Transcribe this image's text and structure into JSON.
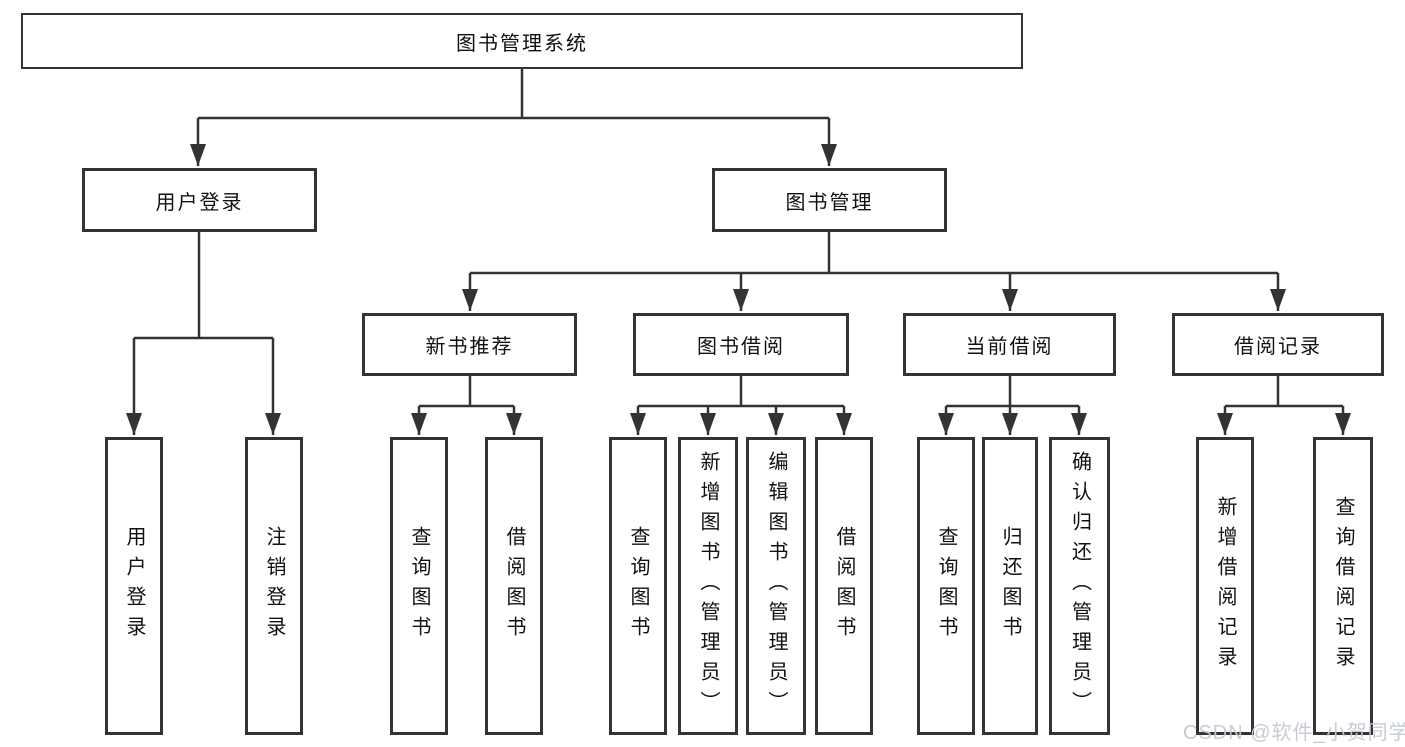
{
  "diagram": {
    "title_node": {
      "label": "图书管理系统"
    },
    "level1": [
      {
        "label": "用户登录"
      },
      {
        "label": "图书管理"
      }
    ],
    "level2": [
      {
        "label": "新书推荐"
      },
      {
        "label": "图书借阅"
      },
      {
        "label": "当前借阅"
      },
      {
        "label": "借阅记录"
      }
    ],
    "leaves": {
      "user_login": [
        {
          "label": "用户登录"
        },
        {
          "label": "注销登录"
        }
      ],
      "new_book": [
        {
          "label": "查询图书"
        },
        {
          "label": "借阅图书"
        }
      ],
      "book_borrow": [
        {
          "label": "查询图书"
        },
        {
          "label": "新增图书（管理员）"
        },
        {
          "label": "编辑图书（管理员）"
        },
        {
          "label": "借阅图书"
        }
      ],
      "current_borrow": [
        {
          "label": "查询图书"
        },
        {
          "label": "归还图书"
        },
        {
          "label": "确认归还（管理员）"
        }
      ],
      "borrow_record": [
        {
          "label": "新增借阅记录"
        },
        {
          "label": "查询借阅记录"
        }
      ]
    }
  },
  "watermark": {
    "text": "CSDN @软件_小贺同学"
  },
  "colors": {
    "line": "#333333",
    "box_border": "#333333",
    "text": "#111111",
    "watermark": "#c3c9d3",
    "background": "#ffffff"
  }
}
